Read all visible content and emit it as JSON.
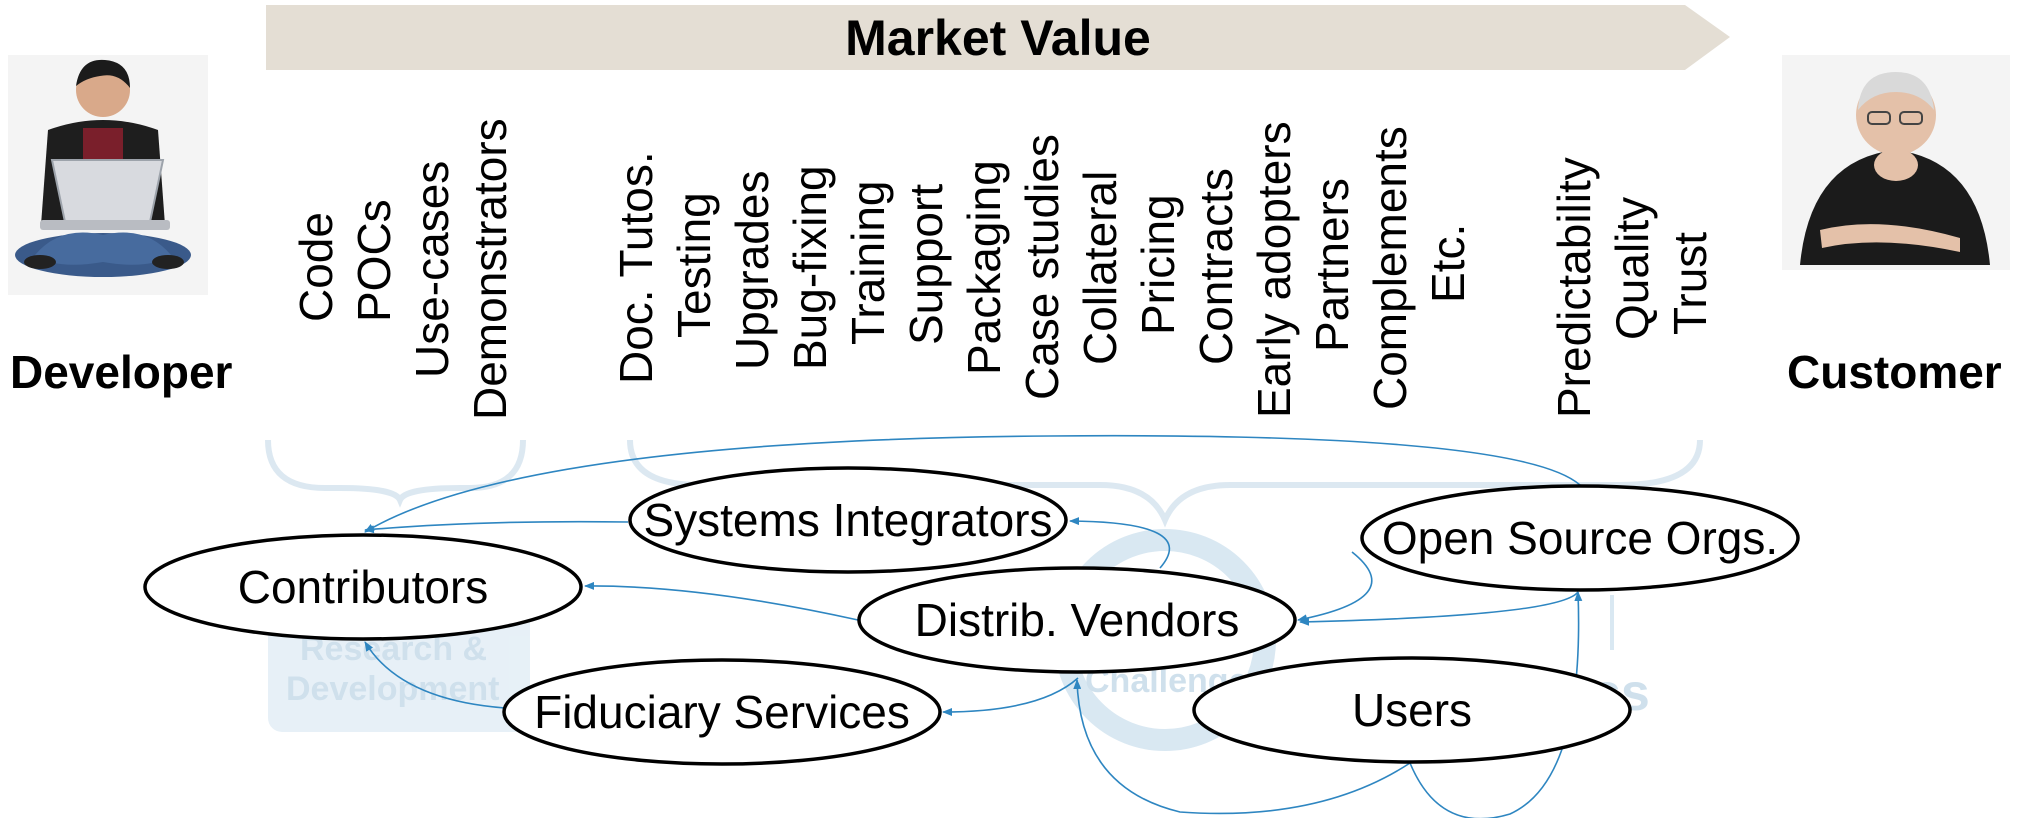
{
  "banner": {
    "title": "Market Value"
  },
  "roles": {
    "left": "Developer",
    "right": "Customer"
  },
  "value_groups": {
    "development": [
      "Code",
      "POCs",
      "Use-cases",
      "Demonstrators"
    ],
    "commercialization": [
      "Doc. Tutos.",
      "Testing",
      "Upgrades",
      "Bug-fixing",
      "Training",
      "Support",
      "Packaging",
      "Case studies",
      "Collateral",
      "Pricing",
      "Contracts",
      "Early adopters",
      "Partners",
      "Complements",
      "Etc."
    ],
    "trust": [
      "Predictability",
      "Quality",
      "Trust"
    ]
  },
  "nodes": {
    "systems_integrators": "Systems Integrators",
    "open_source_orgs": "Open Source Orgs.",
    "contributors": "Contributors",
    "distrib_vendors": "Distrib. Vendors",
    "fiduciary_services": "Fiduciary Services",
    "users": "Users"
  },
  "watermark": {
    "left_line1": "Research &",
    "left_line2": "Development",
    "center": "Challenge",
    "right": "ss"
  },
  "colors": {
    "banner": "#e4ded4",
    "edge": "#2e86c1",
    "watermark": "#c7dbe9"
  }
}
